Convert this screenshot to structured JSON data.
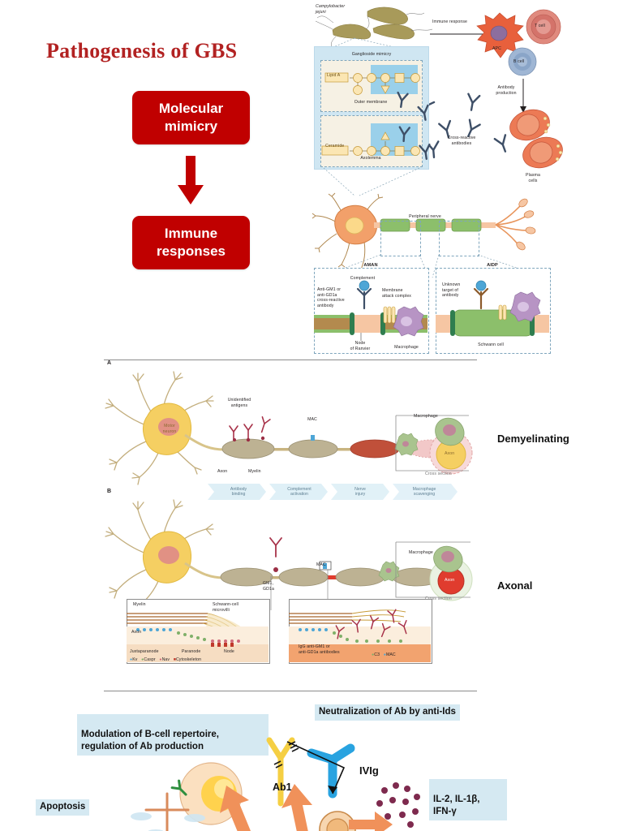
{
  "slide": {
    "title": "Pathogenesis of GBS",
    "title_color": "#b22222",
    "accent_red": "#c00000",
    "teal_box_color": "#d5e9f2"
  },
  "flow": {
    "box1": "Molecular\nmimicry",
    "box1_line1": "Molecular",
    "box1_line2": "mimicry",
    "arrow_icon": "down-arrow-icon",
    "box2_line1": "Immune",
    "box2_line2": "responses"
  },
  "top_figure": {
    "name": "molecular-mimicry-cascade",
    "labels": {
      "campylobacter": "Campylobacter\njejuni",
      "campylobacter_l1": "Campylobacter",
      "campylobacter_l2": "jejuni",
      "immune_response": "Immune response",
      "ganglioside_mimicry": "Ganglioside mimicry",
      "lipid_a": "Lipid A",
      "outer_membrane": "Outer membrane",
      "ceramide": "Ceramide",
      "axolemma": "Axolemma",
      "apc": "APC",
      "t_cell": "T cell",
      "b_cell": "B cell",
      "antibody_production_l1": "Antibody",
      "antibody_production_l2": "production",
      "plasma_cells_l1": "Plasma",
      "plasma_cells_l2": "cells",
      "cross_reactive_l1": "Cross-reactive",
      "cross_reactive_l2": "antibodies",
      "peripheral_nerve": "Peripheral nerve",
      "aman": "AMAN",
      "aidp": "AIDP",
      "complement": "Complement",
      "anti_gm1_l1": "Anti-GM1 or",
      "anti_gm1_l2": "anti-GD1a",
      "anti_gm1_l3": "cross-reactive",
      "anti_gm1_l4": "antibody",
      "mac_l1": "Membrane",
      "mac_l2": "attack complex",
      "node_l1": "Node",
      "node_l2": "of Ranvier",
      "macrophage": "Macrophage",
      "unknown_l1": "Unknown",
      "unknown_l2": "target of",
      "unknown_l3": "antibody",
      "schwann_cell": "Schwann cell"
    }
  },
  "mid_figure": {
    "name": "demyelinating-vs-axonal-figure",
    "panel_a_letter": "A",
    "panel_b_letter": "B",
    "flow_steps": [
      {
        "l1": "Antibody",
        "l2": "binding"
      },
      {
        "l1": "Complement",
        "l2": "activation"
      },
      {
        "l1": "Nerve",
        "l2": "injury"
      },
      {
        "l1": "Macrophage",
        "l2": "scavenging"
      }
    ],
    "panel_a": {
      "motor_neuron_l1": "Motor",
      "motor_neuron_l2": "neuron",
      "unidentified_l1": "Unidentified",
      "unidentified_l2": "antigens",
      "mac": "MAC",
      "axon": "Axon",
      "myelin": "Myelin",
      "macrophage": "Macrophage",
      "axon_cs": "Axon",
      "cross_section": "Cross section"
    },
    "panel_b": {
      "gm1_l1": "GM1,",
      "gm1_l2": "GD1a",
      "mac": "MAC",
      "macrophage": "Macrophage",
      "axon_cs": "Axon",
      "cross_section": "Cross section",
      "inset_left": {
        "myelin": "Myelin",
        "schwann_l1": "Schwann-cell",
        "schwann_l2": "microvilli",
        "axon": "Axon",
        "juxtaparanode": "Juxtaparanode",
        "paranode": "Paranode",
        "node": "Node",
        "legend": [
          "Kv",
          "Caspr",
          "Nav",
          "Cytoskeleton"
        ]
      },
      "inset_right": {
        "igg_l1": "IgG anti-GM1 or",
        "igg_l2": "anti-GD1a antibodies",
        "legend": [
          "C3",
          "MAC"
        ]
      }
    }
  },
  "side_labels": {
    "demyelinating": "Demyelinating",
    "axonal": "Axonal"
  },
  "bottom_figure": {
    "name": "ivig-mechanism-figure",
    "modulation_l1": "Modulation of B-cell repertoire,",
    "modulation_l2": "regulation of Ab production",
    "neutralization": "Neutralization of Ab by anti-Ids",
    "ivig": "IVIg",
    "ab1": "Ab1",
    "cytokines_l1": "IL-2, IL-1β,",
    "cytokines_l2": "IFN-γ",
    "apoptosis": "Apoptosis"
  }
}
